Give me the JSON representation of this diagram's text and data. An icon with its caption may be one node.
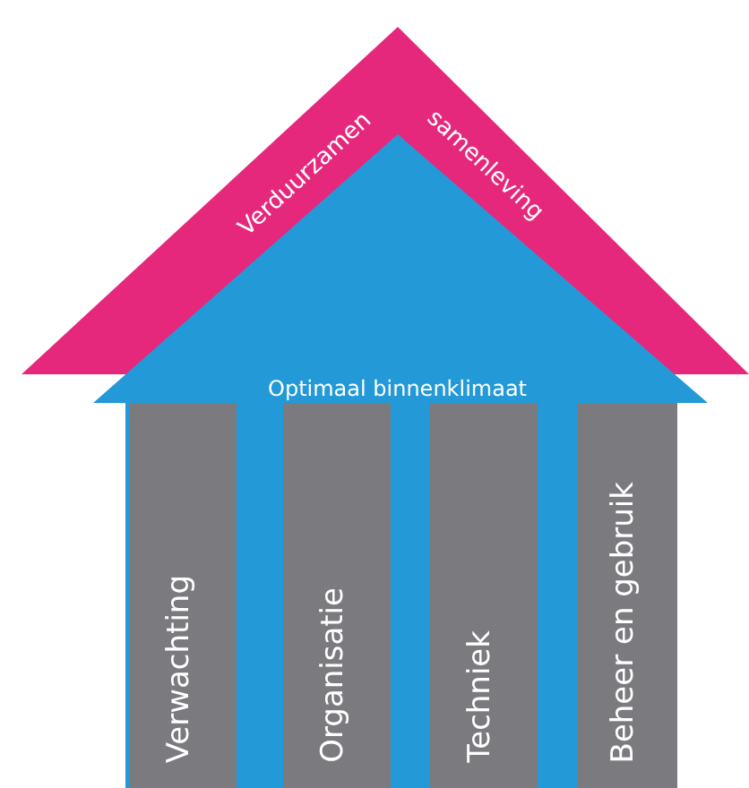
{
  "diagram": {
    "nodes": [
      {
        "text": [
          "Verduurzamen",
          "samenleving"
        ]
      },
      {
        "text": [
          "Optimaal binnenklimaat"
        ]
      },
      {
        "text": [
          "Verwachting"
        ],
        "in": 1
      },
      {
        "text": [
          "Organisatie"
        ],
        "in": 1
      },
      {
        "text": [
          "Techniek"
        ],
        "in": 1
      },
      {
        "text": [
          "Beheer en gebruik"
        ],
        "in": 1
      }
    ]
  }
}
